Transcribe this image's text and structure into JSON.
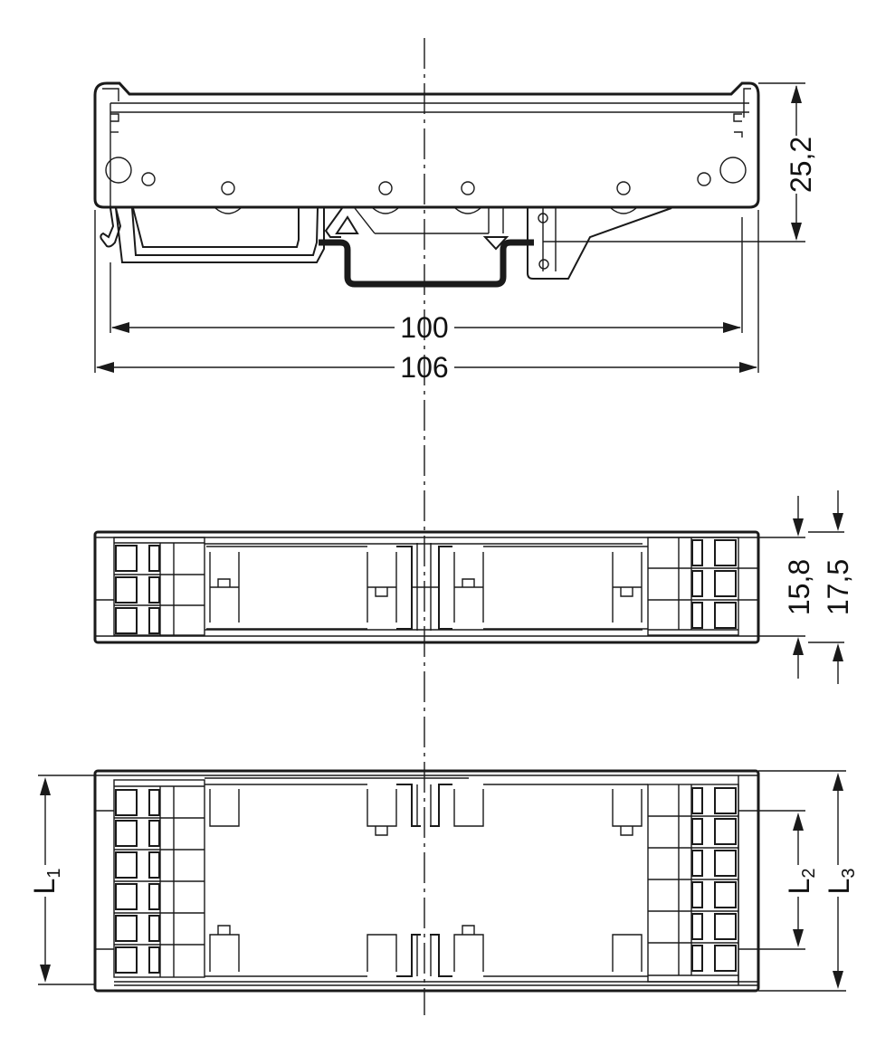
{
  "drawing": {
    "type": "dimensional drawing",
    "views": [
      "side-view",
      "top-view-3-pole",
      "top-view-6-pole"
    ],
    "line_color": "#1a1a1a",
    "background": "#ffffff"
  },
  "side_view": {
    "height_label": "25,2",
    "inner_width_label": "100",
    "overall_width_label": "106"
  },
  "top_view_small": {
    "inner_height_label": "15,8",
    "outer_height_label": "17,5",
    "terminals_per_side": 3
  },
  "top_view_large": {
    "terminals_per_side": 6,
    "l1": {
      "letter": "L",
      "sub": "1"
    },
    "l2": {
      "letter": "L",
      "sub": "2"
    },
    "l3": {
      "letter": "L",
      "sub": "3"
    }
  }
}
